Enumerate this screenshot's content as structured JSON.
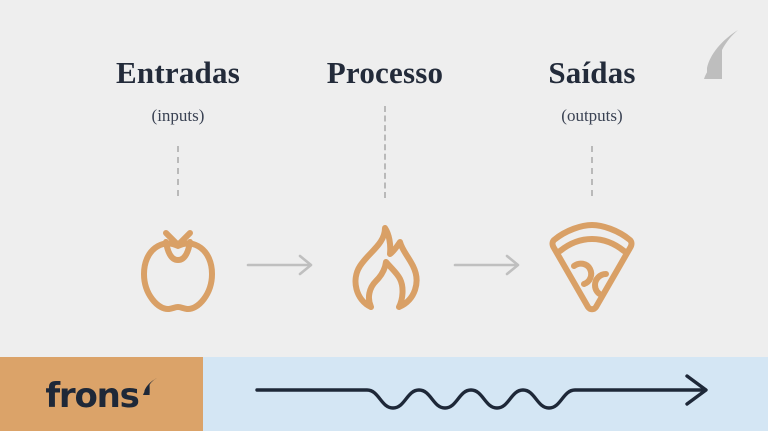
{
  "slide": {
    "background_color": "#EEEEEE",
    "accent_color": "#D9A066",
    "ink_color": "#232B3A",
    "footer_brand_bg": "#DBA369",
    "footer_wave_bg": "#D4E6F4",
    "dash_color": "#B9B9B9",
    "arrow_color": "#BFBFBF"
  },
  "watermark": {
    "icon": "frons-leaf-mark-icon",
    "color": "#BEBEBE"
  },
  "columns": [
    {
      "title": "Entradas",
      "subtitle": "(inputs)",
      "icon": "tomato-icon"
    },
    {
      "title": "Processo",
      "subtitle": "",
      "icon": "flame-icon"
    },
    {
      "title": "Saídas",
      "subtitle": "(outputs)",
      "icon": "pizza-slice-icon"
    }
  ],
  "connectors": [
    {
      "icon": "arrow-right-icon"
    },
    {
      "icon": "arrow-right-icon"
    }
  ],
  "footer": {
    "brand_name": "frons",
    "brand_mark_icon": "frons-leaf-mark-icon",
    "wave_icon": "wavy-to-straight-arrow-icon"
  }
}
